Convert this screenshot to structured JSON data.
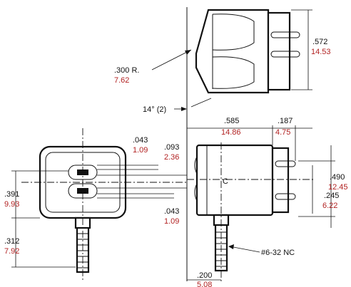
{
  "colors": {
    "metric": "#b22222",
    "line": "#111111"
  },
  "dims": {
    "radius": {
      "in": ".300 R.",
      "mm": "7.62"
    },
    "angle": {
      "label": "14° (2)"
    },
    "side_height": {
      "in": ".572",
      "mm": "14.53"
    },
    "body_len": {
      "in": ".585",
      "mm": "14.86"
    },
    "pin_len": {
      "in": ".187",
      "mm": "4.75"
    },
    "pin_top": {
      "in": ".043",
      "mm": "1.09"
    },
    "pin_gap": {
      "in": ".093",
      "mm": "2.36"
    },
    "pin_bottom": {
      "in": ".043",
      "mm": "1.09"
    },
    "front_h": {
      "in": ".391",
      "mm": "9.93"
    },
    "stud_len": {
      "in": ".312",
      "mm": "7.92"
    },
    "pin_span": {
      "in": ".490",
      "mm": "12.45"
    },
    "pin_offset": {
      "in": ".245",
      "mm": "6.22"
    },
    "base_off": {
      "in": ".200",
      "mm": "5.08"
    }
  },
  "labels": {
    "thread": "#6-32 NC",
    "centerline": "C"
  }
}
